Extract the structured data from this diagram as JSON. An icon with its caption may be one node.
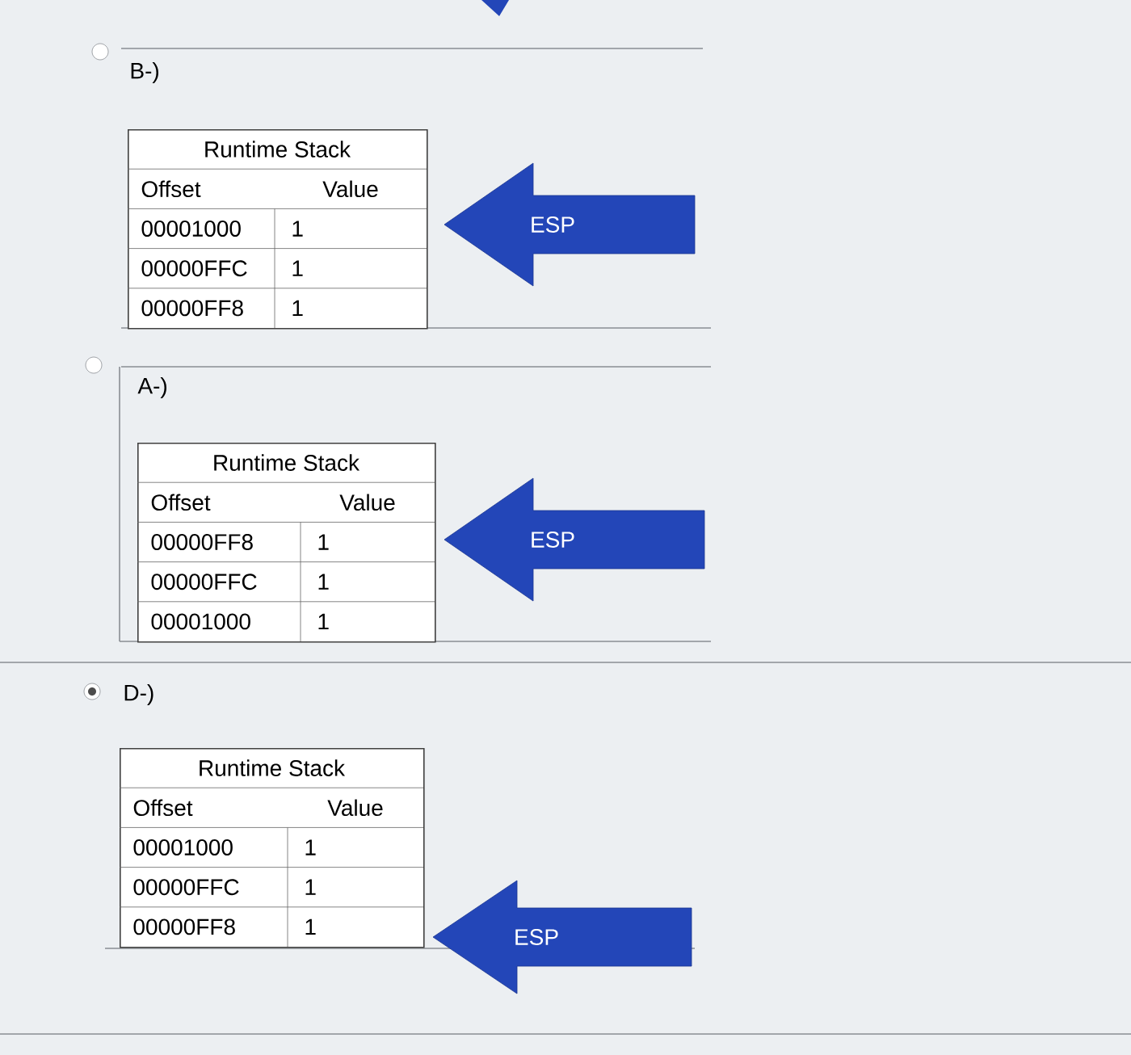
{
  "diagram": {
    "nodes": [
      {
        "text": [
          "Runtime Stack",
          "Offset",
          "Value",
          "00001000",
          "1",
          "00000FFC",
          "1",
          "00000FF8",
          "1"
        ]
      },
      {
        "text": [
          "ESP"
        ]
      },
      {
        "text": [
          "Runtime Stack",
          "Offset",
          "Value",
          "00000FF8",
          "1",
          "00000FFC",
          "1",
          "00001000",
          "1"
        ]
      },
      {
        "text": [
          "ESP"
        ]
      },
      {
        "text": [
          "Runtime Stack",
          "Offset",
          "Value",
          "00001000",
          "1",
          "00000FFC",
          "1",
          "00000FF8",
          "1"
        ]
      },
      {
        "text": [
          "ESP"
        ]
      }
    ],
    "labels": [
      "B-)",
      "A-)",
      "D-)"
    ]
  }
}
